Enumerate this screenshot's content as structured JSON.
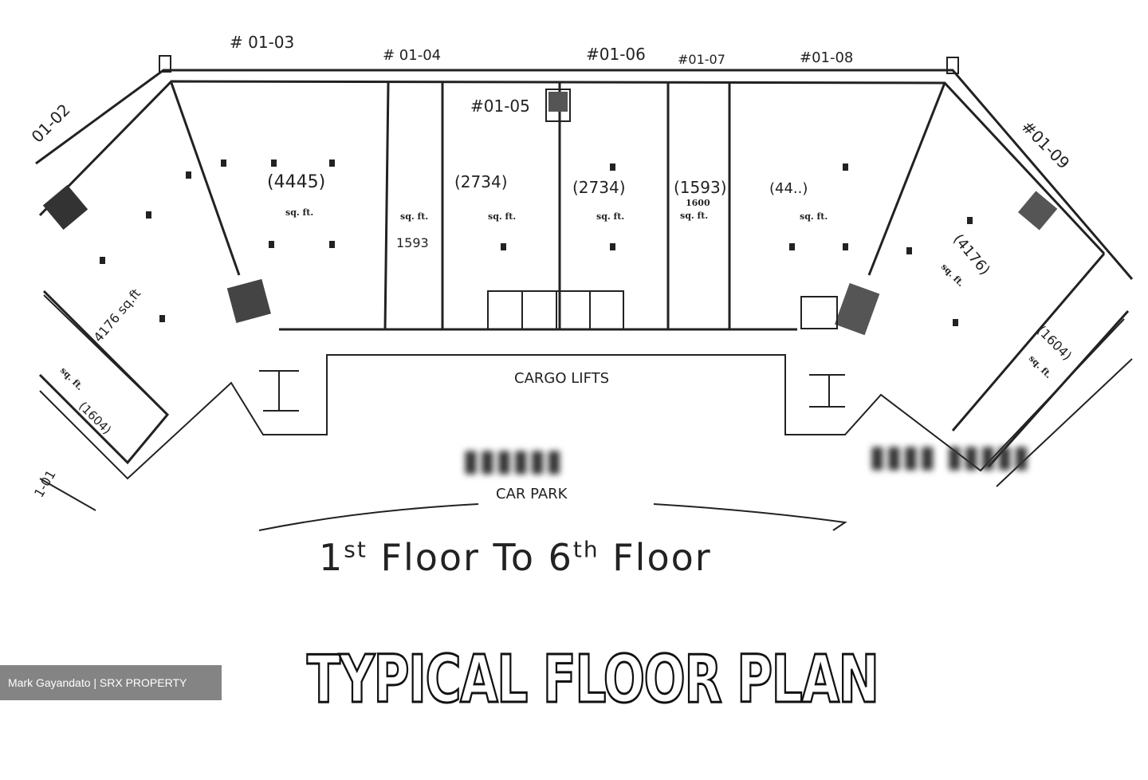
{
  "units": {
    "u0101": "1-01",
    "u0102": "01-02",
    "u0103": "# 01-03",
    "u0104": "# 01-04",
    "u0105": "#01-05",
    "u0106": "#01-06",
    "u0107": "#01-07",
    "u0108": "#01-08",
    "u0109": "#01-09"
  },
  "areas": {
    "a0102": "4176 sq.ft",
    "a0101": "(1604)",
    "a0103": "(4445)",
    "a0104": "1593",
    "a0105": "(2734)",
    "a0106": "(2734)",
    "a0107": "(1593)",
    "a0107b": "1600",
    "a0108": "(44..)",
    "a0109": "(4176)",
    "a0110": "(1604)",
    "sqft": "sq. ft."
  },
  "labels": {
    "cargo_lifts": "CARGO LIFTS",
    "car_park": "CAR PARK",
    "floor_range_1": "1",
    "floor_range_1_sup": "st",
    "floor_range_mid": " Floor To 6",
    "floor_range_6_sup": "th",
    "floor_range_end": " Floor",
    "title": "TYPICAL FLOOR PLAN"
  },
  "watermark": "Mark Gayandato | SRX PROPERTY",
  "colors": {
    "ink": "#222222",
    "paper": "#ffffff",
    "watermark_bg": "#6e6e6e"
  }
}
